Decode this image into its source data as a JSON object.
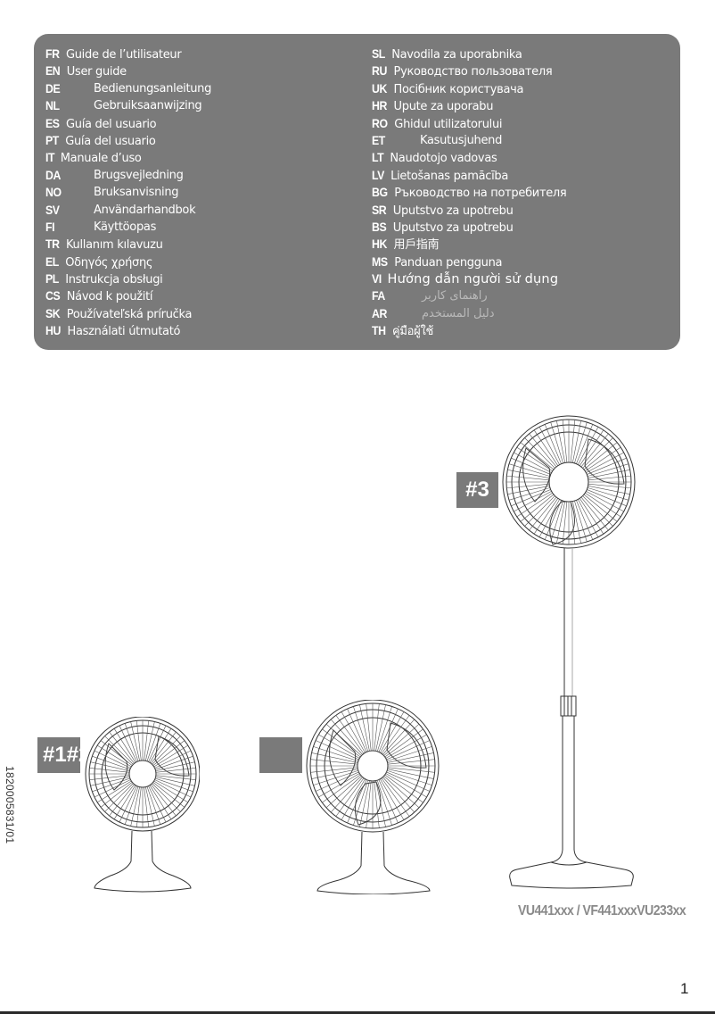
{
  "language_panel": {
    "left_column": [
      {
        "code": "FR",
        "text": "Guide de l’utilisateur",
        "indented": false
      },
      {
        "code": "EN",
        "text": "User guide",
        "indented": false
      },
      {
        "code": "DE",
        "text": "Bedienungsanleitung",
        "indented": true
      },
      {
        "code": "NL",
        "text": "Gebruiksaanwijzing",
        "indented": true
      },
      {
        "code": "ES",
        "text": "Guía del usuario",
        "indented": false
      },
      {
        "code": "PT",
        "text": "Guía del usuario",
        "indented": false
      },
      {
        "code": "IT",
        "text": "Manuale d’uso",
        "indented": false
      },
      {
        "code": "DA",
        "text": "Brugsvejledning",
        "indented": true
      },
      {
        "code": "NO",
        "text": "Bruksanvisning",
        "indented": true
      },
      {
        "code": "SV",
        "text": "Användarhandbok",
        "indented": true
      },
      {
        "code": "FI",
        "text": "Käyttöopas",
        "indented": true
      },
      {
        "code": "TR",
        "text": "Kullanım kılavuzu",
        "indented": false
      },
      {
        "code": "EL",
        "text": "Οδηγός χρήσης",
        "indented": false
      },
      {
        "code": "PL",
        "text": "Instrukcja obsługi",
        "indented": false
      },
      {
        "code": "CS",
        "text": "Návod k použití",
        "indented": false
      },
      {
        "code": "SK",
        "text": "Používateľská príručka",
        "indented": false
      },
      {
        "code": "HU",
        "text": "Használati útmutató",
        "indented": false
      }
    ],
    "right_column": [
      {
        "code": "SL",
        "text": "Navodila za uporabnika",
        "indented": false
      },
      {
        "code": "RU",
        "text": "Руководство пользователя",
        "indented": false
      },
      {
        "code": "UK",
        "text": "Посібник користувача",
        "indented": false
      },
      {
        "code": "HR",
        "text": "Upute za uporabu",
        "indented": false
      },
      {
        "code": "RO",
        "text": "Ghidul utilizatorului",
        "indented": false
      },
      {
        "code": "ET",
        "text": "Kasutusjuhend",
        "indented": true
      },
      {
        "code": "LT",
        "text": "Naudotojo vadovas",
        "indented": false
      },
      {
        "code": "LV",
        "text": "Lietošanas pamācība",
        "indented": false
      },
      {
        "code": "BG",
        "text": "Ръководство на потребителя",
        "indented": false
      },
      {
        "code": "SR",
        "text": "Uputstvo za upotrebu",
        "indented": false
      },
      {
        "code": "BS",
        "text": "Uputstvo za upotrebu",
        "indented": false
      },
      {
        "code": "HK",
        "text": "用戶指南",
        "indented": false
      },
      {
        "code": "MS",
        "text": "Panduan pengguna",
        "indented": false
      },
      {
        "code": "VI",
        "text": "Hướng dẫn người sử dụng",
        "indented": false
      },
      {
        "code": "FA",
        "text": "راهنمای کاربر",
        "indented": true
      },
      {
        "code": "AR",
        "text": "دليل المستخدم",
        "indented": true
      },
      {
        "code": "TH",
        "text": "คู่มือผู้ใช้",
        "indented": false
      }
    ]
  },
  "figures": {
    "fan3_label": "#3",
    "fan1_label": "#1#2",
    "fan2_label": ""
  },
  "document_code": "1820005831/01",
  "model_numbers": "VU441xxx / VF441xxxVU233xx",
  "page_number": "1",
  "colors": {
    "panel_gray": "#7a7a7a",
    "model_text": "#8a8a8a"
  }
}
